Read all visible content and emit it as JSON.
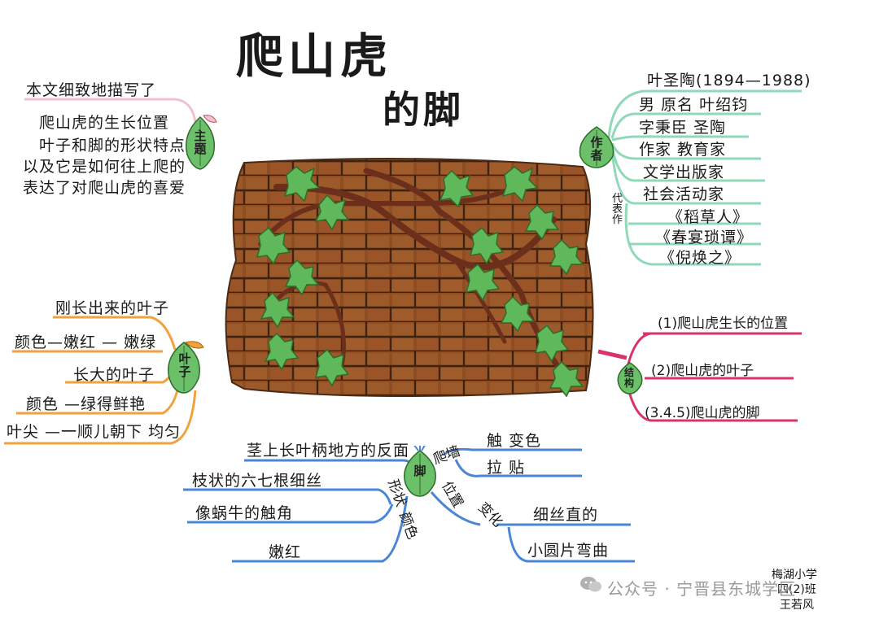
{
  "title": {
    "line1": "爬山虎",
    "line2": "的脚"
  },
  "theme_branch": {
    "label": "主题",
    "lines": [
      "本文细致地描写了",
      "爬山虎的生长位置",
      "叶子和脚的形状特点",
      "以及它是如何往上爬的",
      "表达了对爬山虎的喜爱"
    ]
  },
  "author_branch": {
    "label": "作者",
    "header": "叶圣陶(1894—1988)",
    "items": [
      "男 原名 叶绍钧",
      "字秉臣 圣陶",
      "作家  教育家",
      "文学出版家",
      "社会活动家"
    ],
    "works_label": "代表作",
    "works": [
      "《稻草人》",
      "《春宴琐谭》",
      "《倪焕之》"
    ]
  },
  "leaf_branch": {
    "label": "叶子",
    "items": [
      "刚长出来的叶子",
      "颜色—嫩红 — 嫩绿",
      "长大的叶子",
      "颜色 —绿得鲜艳",
      "叶尖 —一顺儿朝下  均匀"
    ]
  },
  "structure_branch": {
    "label": "结构",
    "items": [
      "(1)爬山虎生长的位置",
      "(2)爬山虎的叶子",
      "(3.4.5)爬山虎的脚"
    ]
  },
  "foot_branch": {
    "label": "脚",
    "position": {
      "label": "位置",
      "text": "茎上长叶柄地方的反面"
    },
    "shape": {
      "label": "形状",
      "items": [
        "枝状的六七根细丝",
        "像蜗牛的触角"
      ]
    },
    "color": {
      "label": "颜色",
      "text": "嫩红"
    },
    "climb": {
      "label": "爬墙",
      "items": [
        "触 变色",
        "拉  贴"
      ]
    },
    "change": {
      "label": "变化",
      "items": [
        "细丝直的",
        "小圆片弯曲"
      ]
    }
  },
  "signature": [
    "梅湖小学",
    "四(2)班",
    "王若风"
  ],
  "watermark": "公众号 · 宁晋县东城学区",
  "colors": {
    "theme": "#f2c2cc",
    "author": "#8fd8b8",
    "leaf": "#f2a23c",
    "structure": "#d9336e",
    "foot": "#4b86d6",
    "brick": "#8a4a22",
    "vine": "#6b2f1c",
    "leaf_fill": "#5fb85a"
  }
}
